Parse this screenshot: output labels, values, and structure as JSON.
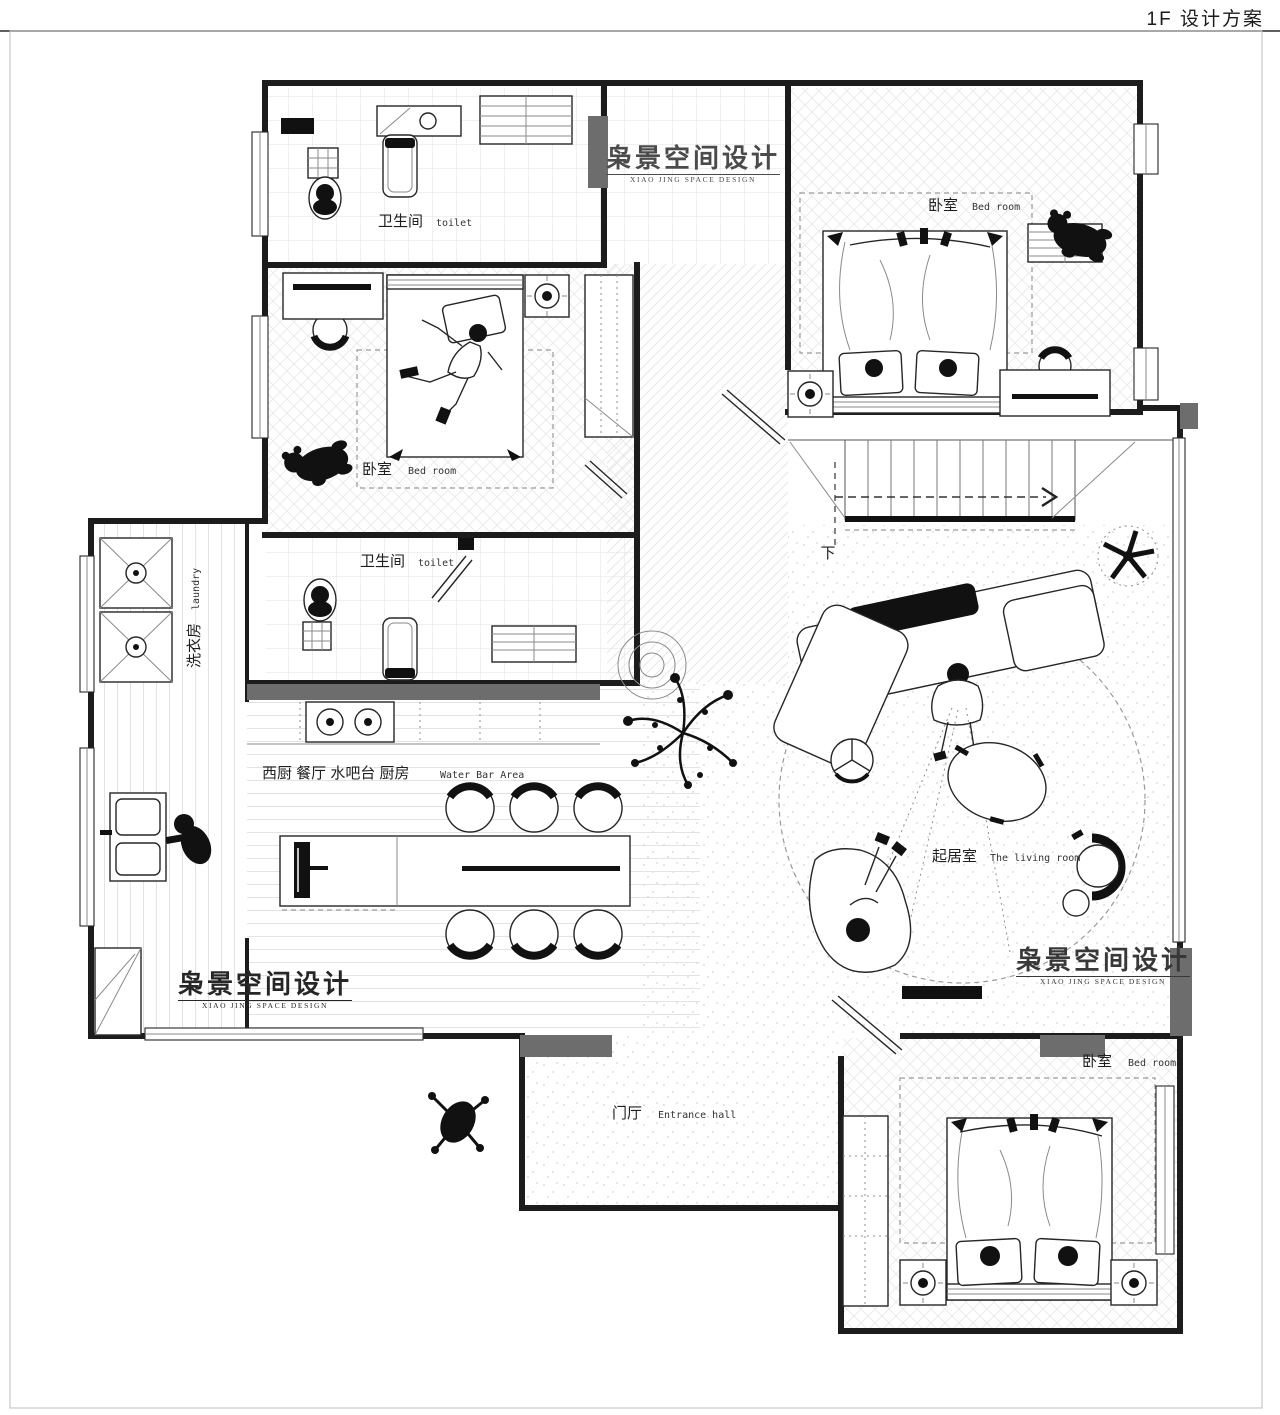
{
  "title": "1F 设计方案",
  "watermark": {
    "zh": "枭景空间设计",
    "en": "XIAO JING SPACE DESIGN"
  },
  "labels": {
    "toilet_top": {
      "zh": "卫生间",
      "en": "toilet"
    },
    "bedroom_top_right": {
      "zh": "卧室",
      "en": "Bed room"
    },
    "bedroom_left": {
      "zh": "卧室",
      "en": "Bed room"
    },
    "toilet_mid": {
      "zh": "卫生间",
      "en": "toilet"
    },
    "laundry": {
      "zh": "洗衣房",
      "en": "laundry"
    },
    "kitchen": {
      "zh": "西厨 餐厅 水吧台 厨房",
      "en": "Water Bar Area"
    },
    "living": {
      "zh": "起居室",
      "en": "The living room"
    },
    "entrance": {
      "zh": "门厅",
      "en": "Entrance hall"
    },
    "bedroom_bottom_right": {
      "zh": "卧室",
      "en": "Bed room"
    },
    "stairs_down": "下"
  },
  "colors": {
    "wall": "#1c1c1c",
    "column": "#6d6d6d",
    "watermark": "#4b4b4b",
    "rug_dash": "#9a9a9a"
  }
}
